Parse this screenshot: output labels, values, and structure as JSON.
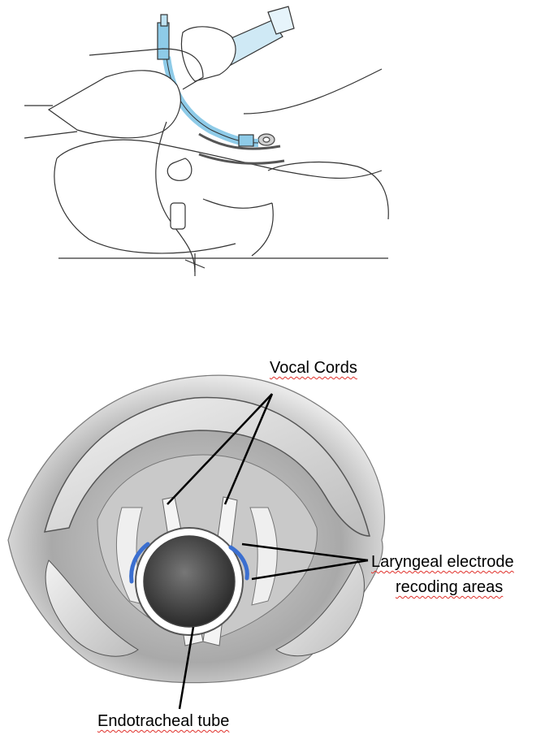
{
  "labels": {
    "vocal_cords": "Vocal Cords",
    "laryngeal_line1": "Laryngeal electrode",
    "laryngeal_line2": "recoding areas",
    "endotracheal_tube": "Endotracheal tube"
  },
  "colors": {
    "tube_blue": "#8ecbe8",
    "electrode_blue": "#3b6fd0",
    "spellcheck_underline": "#e0302a",
    "line": "#000000"
  }
}
